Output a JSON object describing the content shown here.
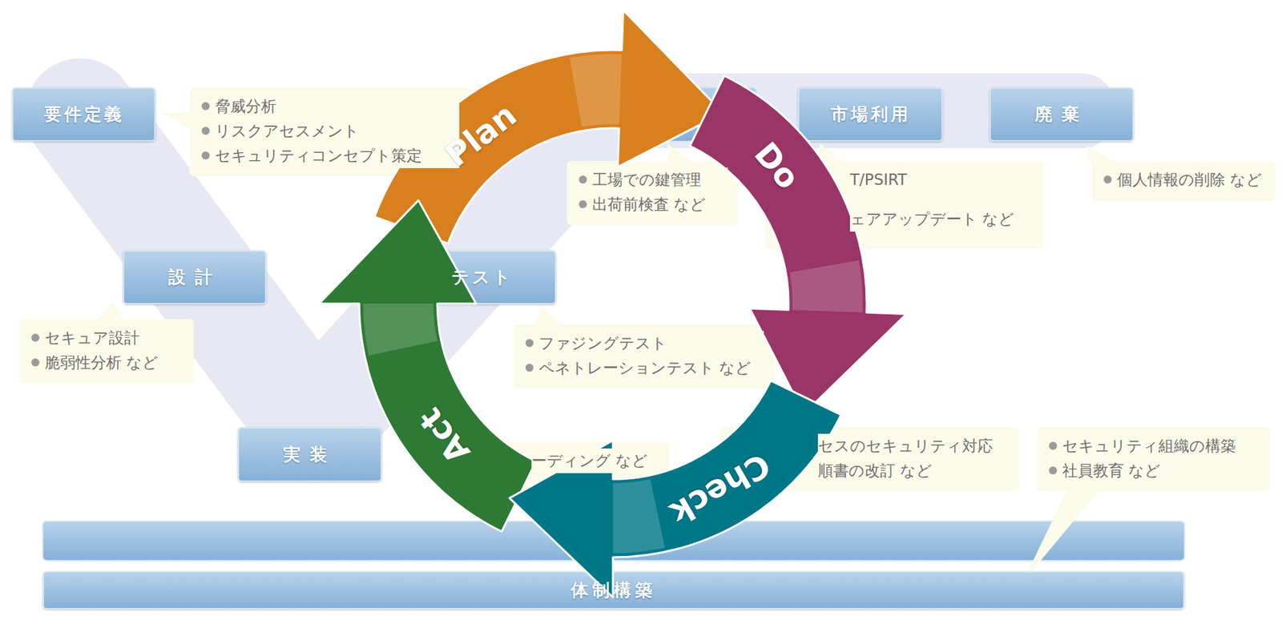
{
  "diagram": {
    "nodes": [
      {
        "text": [
          "要件定義"
        ]
      },
      {
        "text": [
          "脅威分析",
          "リスクアセスメント",
          "セキュリティコンセプト策定"
        ]
      },
      {
        "text": [
          "Plan"
        ]
      },
      {
        "text": [
          "市場利用"
        ]
      },
      {
        "text": [
          "廃棄"
        ]
      },
      {
        "text": [
          "工場での鍵管理",
          "出荷前検査 など"
        ]
      },
      {
        "text": [
          "Do"
        ]
      },
      {
        "text": [
          "T/PSIRT",
          "ェアアップデート など"
        ]
      },
      {
        "text": [
          "個人情報の削除 など"
        ]
      },
      {
        "text": [
          "設計"
        ]
      },
      {
        "text": [
          "テスト"
        ]
      },
      {
        "text": [
          "セキュア設計",
          "脆弱性分析 など"
        ]
      },
      {
        "text": [
          "ファジングテスト",
          "ペネトレーションテスト など"
        ]
      },
      {
        "text": [
          "Act"
        ]
      },
      {
        "text": [
          "Check"
        ]
      },
      {
        "text": [
          "実装"
        ]
      },
      {
        "text": [
          "ーディング など"
        ]
      },
      {
        "text": [
          "セスのセキュリティ対応",
          "順書の改訂 など"
        ]
      },
      {
        "text": [
          "セキュリティ組織の構築",
          "社員教育 など"
        ]
      },
      {
        "text": [
          "体制構築"
        ]
      }
    ]
  }
}
